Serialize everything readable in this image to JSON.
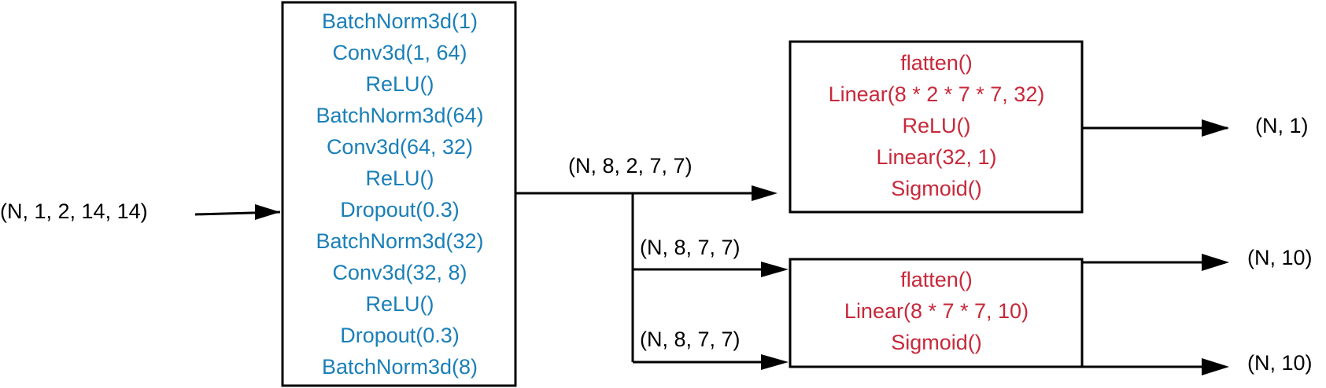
{
  "colors": {
    "encoder_text": "#1a7fb8",
    "head_text": "#c8283a",
    "line": "#000000",
    "label": "#000000"
  },
  "input_shape": "(N, 1, 2, 14,  14)",
  "encoder": {
    "layers": [
      "BatchNorm3d(1)",
      "Conv3d(1, 64)",
      "ReLU()",
      "BatchNorm3d(64)",
      "Conv3d(64, 32)",
      "ReLU()",
      "Dropout(0.3)",
      "BatchNorm3d(32)",
      "Conv3d(32, 8)",
      "ReLU()",
      "Dropout(0.3)",
      "BatchNorm3d(8)"
    ]
  },
  "encoder_output_shape": "(N, 8, 2, 7, 7)",
  "branch_shape_1": "(N, 8, 7, 7)",
  "branch_shape_2": "(N, 8, 7, 7)",
  "head_top": {
    "layers": [
      "flatten()",
      "Linear(8 * 2 * 7 * 7, 32)",
      "ReLU()",
      "Linear(32, 1)",
      "Sigmoid()"
    ],
    "output_shape": "(N, 1)"
  },
  "head_bottom": {
    "layers": [
      "flatten()",
      "Linear(8 * 7 * 7, 10)",
      "Sigmoid()"
    ],
    "output_shape_1": "(N, 10)",
    "output_shape_2": "(N, 10)"
  }
}
